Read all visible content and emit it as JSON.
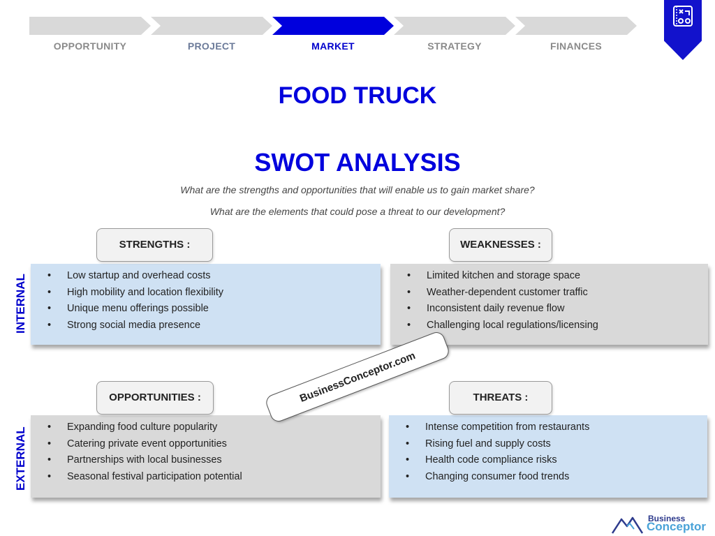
{
  "steps": [
    "OPPORTUNITY",
    "PROJECT",
    "MARKET",
    "STRATEGY",
    "FINANCES"
  ],
  "active_step": "MARKET",
  "colors": {
    "accent": "#0000dd",
    "blue_box": "#cfe1f3",
    "gray_box": "#d9d9d9"
  },
  "title": "FOOD TRUCK",
  "swot_title": "SWOT ANALYSIS",
  "question1": "What are the strengths and opportunities that will enable us to gain market share?",
  "question2": "What are the elements that could pose a threat to our development?",
  "side_labels": {
    "internal": "INTERNAL",
    "external": "EXTERNAL"
  },
  "strengths": {
    "label": "STRENGTHS :",
    "items": [
      "Low startup and overhead costs",
      "High mobility and location flexibility",
      "Unique menu offerings possible",
      "Strong social media presence"
    ]
  },
  "weaknesses": {
    "label": "WEAKNESSES :",
    "items": [
      "Limited kitchen and storage space",
      "Weather-dependent customer traffic",
      "Inconsistent daily revenue flow",
      "Challenging local regulations/licensing"
    ]
  },
  "opportunities": {
    "label": "OPPORTUNITIES :",
    "items": [
      "Expanding food culture popularity",
      "Catering private event opportunities",
      "Partnerships with local businesses",
      "Seasonal festival participation potential"
    ]
  },
  "threats": {
    "label": "THREATS :",
    "items": [
      "Intense competition from restaurants",
      "Rising fuel and supply costs",
      "Health code compliance risks",
      "Changing consumer food trends"
    ]
  },
  "watermark": "BusinessConceptor.com",
  "logo": {
    "top": "Business",
    "bottom": "Conceptor",
    "icon": "mountain-logo-icon"
  },
  "bookmark_icon": "strategy-board-icon"
}
